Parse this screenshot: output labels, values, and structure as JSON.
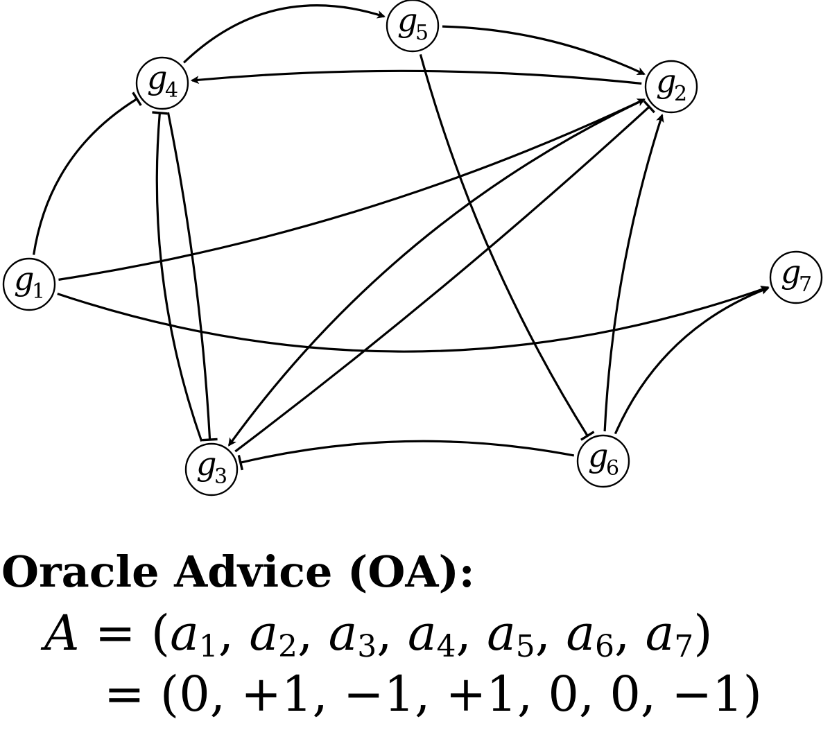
{
  "nodes": [
    {
      "id": "g1",
      "letter": "g",
      "sub": "1"
    },
    {
      "id": "g2",
      "letter": "g",
      "sub": "2"
    },
    {
      "id": "g3",
      "letter": "g",
      "sub": "3"
    },
    {
      "id": "g4",
      "letter": "g",
      "sub": "4"
    },
    {
      "id": "g5",
      "letter": "g",
      "sub": "5"
    },
    {
      "id": "g6",
      "letter": "g",
      "sub": "6"
    },
    {
      "id": "g7",
      "letter": "g",
      "sub": "7"
    }
  ],
  "edges": [
    {
      "from": "g4",
      "to": "g5",
      "type": "activation"
    },
    {
      "from": "g5",
      "to": "g2",
      "type": "activation"
    },
    {
      "from": "g2",
      "to": "g4",
      "type": "activation"
    },
    {
      "from": "g1",
      "to": "g4",
      "type": "inhibition"
    },
    {
      "from": "g1",
      "to": "g2",
      "type": "activation"
    },
    {
      "from": "g1",
      "to": "g7",
      "type": "activation"
    },
    {
      "from": "g4",
      "to": "g3",
      "type": "inhibition"
    },
    {
      "from": "g3",
      "to": "g4",
      "type": "inhibition"
    },
    {
      "from": "g2",
      "to": "g3",
      "type": "activation"
    },
    {
      "from": "g3",
      "to": "g2",
      "type": "inhibition"
    },
    {
      "from": "g5",
      "to": "g6",
      "type": "inhibition"
    },
    {
      "from": "g6",
      "to": "g2",
      "type": "activation"
    },
    {
      "from": "g6",
      "to": "g7",
      "type": "activation"
    },
    {
      "from": "g6",
      "to": "g3",
      "type": "inhibition"
    }
  ],
  "caption": {
    "title": "Oracle Advice (OA):",
    "lhs": "A",
    "eq": "=",
    "vector_var": "a",
    "vector_subs": [
      "1",
      "2",
      "3",
      "4",
      "5",
      "6",
      "7"
    ],
    "values": [
      "0",
      "+1",
      "−1",
      "+1",
      "0",
      "0",
      "−1"
    ]
  }
}
